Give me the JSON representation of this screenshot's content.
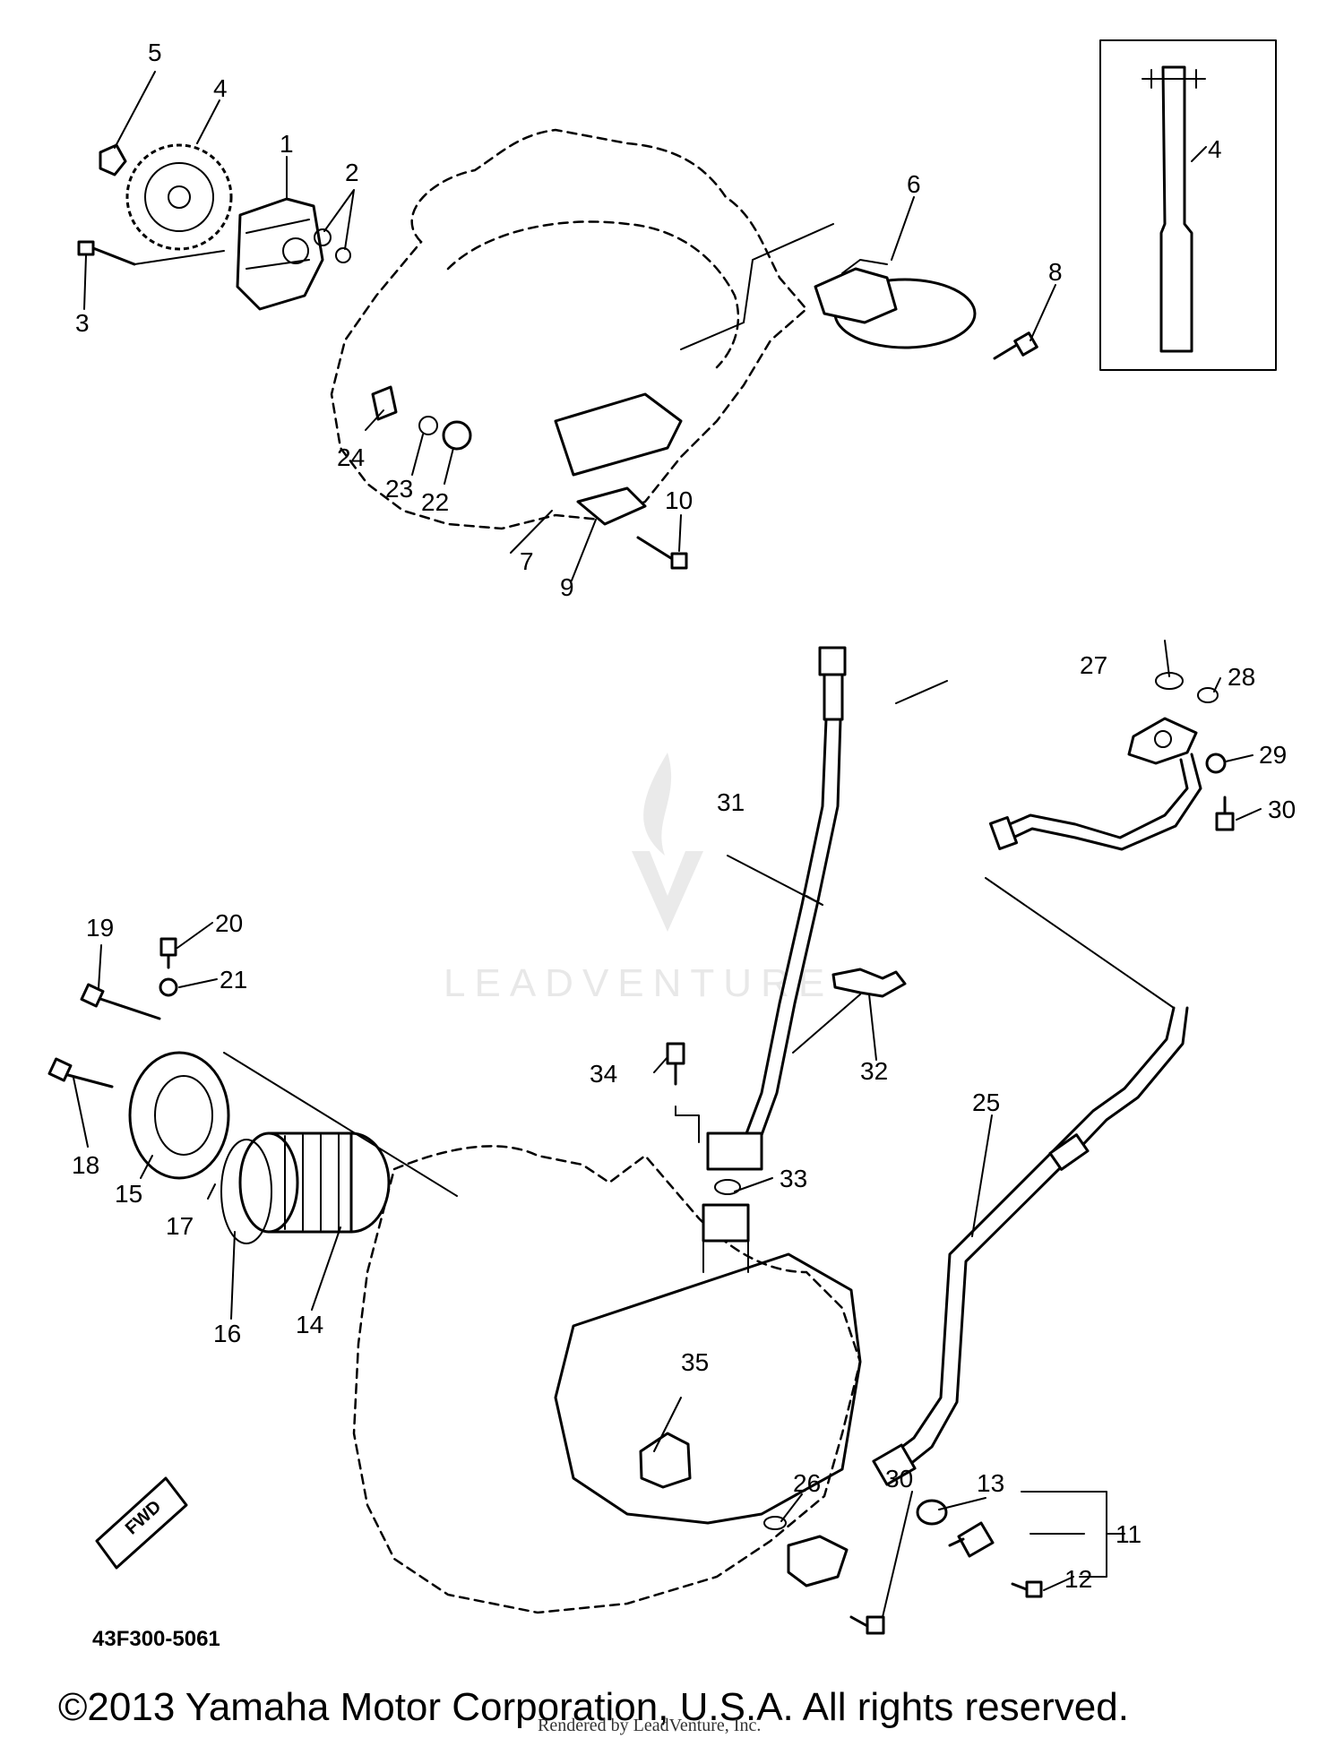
{
  "diagram": {
    "callouts": [
      "1",
      "2",
      "3",
      "4",
      "5",
      "6",
      "7",
      "8",
      "9",
      "10",
      "11",
      "12",
      "13",
      "14",
      "15",
      "16",
      "17",
      "18",
      "19",
      "20",
      "21",
      "22",
      "23",
      "24",
      "25",
      "26",
      "27",
      "28",
      "29",
      "30",
      "31",
      "32",
      "33",
      "34",
      "35"
    ],
    "inset_callout": "4",
    "fwd_label": "FWD",
    "part_code": "43F300-5061",
    "watermark": "LEADVENTURE",
    "copyright": "©2013 Yamaha Motor Corporation, U.S.A. All rights reserved.",
    "rendered_by": "Rendered by LeadVenture, Inc."
  }
}
